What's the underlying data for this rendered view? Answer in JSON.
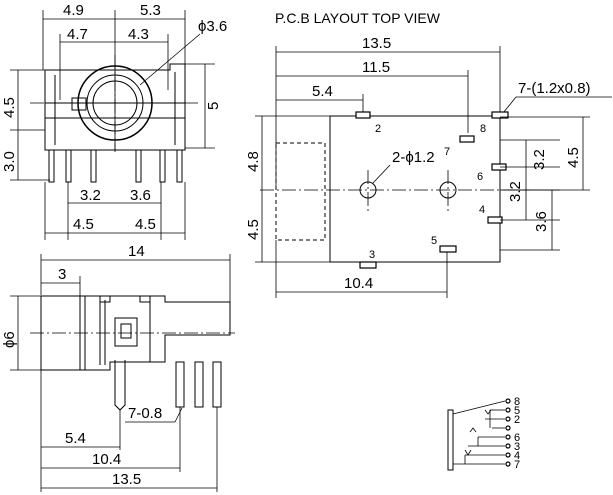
{
  "front_view": {
    "dims": {
      "w_total": "4.9",
      "w_right": "5.3",
      "w_inner": "4.7",
      "w_inner_right": "4.3",
      "hole_dia": "ϕ3.6",
      "h_body_left": "4.5",
      "h_body_right": "5",
      "h_pins": "3.0",
      "pin_sp_1": "3.2",
      "pin_sp_2": "3.6",
      "pin_out_1": "4.5",
      "pin_out_2": "4.5"
    }
  },
  "side_view": {
    "dims": {
      "length": "14",
      "front": "3",
      "dia": "ϕ6",
      "pin_w": "7-0.8",
      "d1": "5.4",
      "d2": "10.4",
      "d3": "13.5"
    }
  },
  "pcb_layout": {
    "title": "P.C.B LAYOUT  TOP VIEW",
    "dims": {
      "total": "13.5",
      "mid": "11.5",
      "first": "5.4",
      "pads": "7-(1.2x0.8)",
      "up": "4.8",
      "down": "4.5",
      "holes": "2-ϕ1.2",
      "r1": "3.2",
      "r2": "3.2",
      "r3": "4.5",
      "r4": "3.6",
      "bottom": "10.4"
    },
    "pad_labels": [
      "2",
      "8",
      "7",
      "6",
      "4",
      "3",
      "5"
    ]
  },
  "schematic": {
    "pin_labels": [
      "8",
      "5",
      "2",
      "6",
      "3",
      "4",
      "7"
    ]
  }
}
